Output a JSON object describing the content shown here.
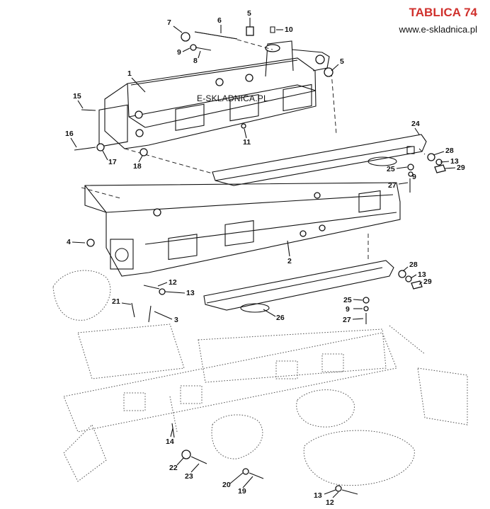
{
  "header": {
    "title": "TABLICA 74",
    "title_color": "#d0312d",
    "url": "www.e-skladnica.pl"
  },
  "watermark": "E-SKLADNICA.PL",
  "callouts": [
    {
      "id": "c1",
      "label": "1"
    },
    {
      "id": "c2",
      "label": "2"
    },
    {
      "id": "c3",
      "label": "3"
    },
    {
      "id": "c4",
      "label": "4"
    },
    {
      "id": "c5a",
      "label": "5"
    },
    {
      "id": "c5b",
      "label": "5"
    },
    {
      "id": "c6",
      "label": "6"
    },
    {
      "id": "c7",
      "label": "7"
    },
    {
      "id": "c8",
      "label": "8"
    },
    {
      "id": "c9a",
      "label": "9"
    },
    {
      "id": "c9b",
      "label": "9"
    },
    {
      "id": "c9c",
      "label": "9"
    },
    {
      "id": "c10",
      "label": "10"
    },
    {
      "id": "c11",
      "label": "11"
    },
    {
      "id": "c12a",
      "label": "12"
    },
    {
      "id": "c12b",
      "label": "12"
    },
    {
      "id": "c13a",
      "label": "13"
    },
    {
      "id": "c13b",
      "label": "13"
    },
    {
      "id": "c13c",
      "label": "13"
    },
    {
      "id": "c13d",
      "label": "13"
    },
    {
      "id": "c14",
      "label": "14"
    },
    {
      "id": "c15",
      "label": "15"
    },
    {
      "id": "c16",
      "label": "16"
    },
    {
      "id": "c17",
      "label": "17"
    },
    {
      "id": "c18",
      "label": "18"
    },
    {
      "id": "c19",
      "label": "19"
    },
    {
      "id": "c20",
      "label": "20"
    },
    {
      "id": "c21",
      "label": "21"
    },
    {
      "id": "c22",
      "label": "22"
    },
    {
      "id": "c23",
      "label": "23"
    },
    {
      "id": "c24",
      "label": "24"
    },
    {
      "id": "c25a",
      "label": "25"
    },
    {
      "id": "c25b",
      "label": "25"
    },
    {
      "id": "c26",
      "label": "26"
    },
    {
      "id": "c27a",
      "label": "27"
    },
    {
      "id": "c27b",
      "label": "27"
    },
    {
      "id": "c28a",
      "label": "28"
    },
    {
      "id": "c28b",
      "label": "28"
    },
    {
      "id": "c29a",
      "label": "29"
    },
    {
      "id": "c29b",
      "label": "29"
    }
  ]
}
